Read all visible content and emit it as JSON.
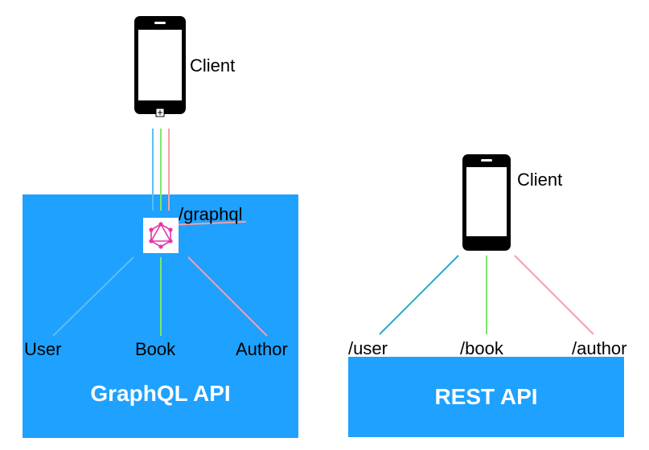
{
  "graphql": {
    "client_label": "Client",
    "endpoint_label": "/graphql",
    "fields": [
      "User",
      "Book",
      "Author"
    ],
    "api_label": "GraphQL API",
    "logo_icon": "graphql-logo-icon"
  },
  "rest": {
    "client_label": "Client",
    "endpoints": [
      "/user",
      "/book",
      "/author"
    ],
    "api_label": "REST API"
  },
  "colors": {
    "api_box": "#1ea1ff",
    "user_line": "#5bc0f0",
    "book_line": "#7be86b",
    "author_line": "#f4a0a6",
    "rest_user_line": "#2aa9c8",
    "graphql_logo": "#e535ab"
  }
}
